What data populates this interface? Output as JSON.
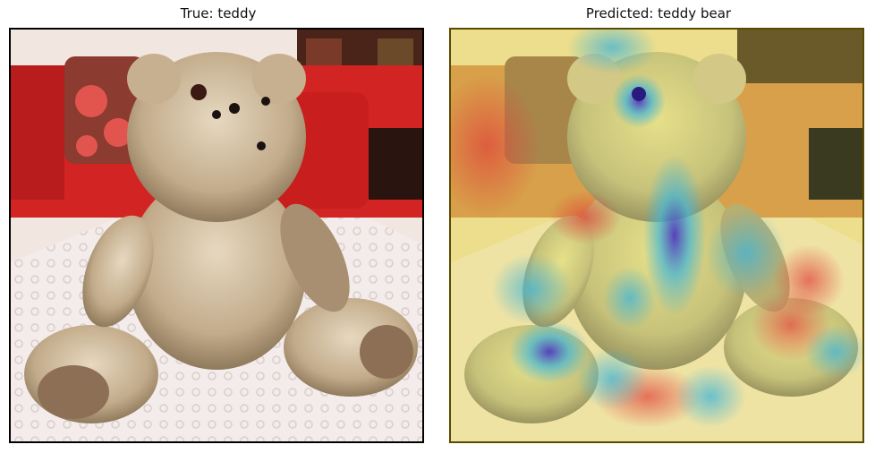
{
  "panels": [
    {
      "title": "True: teddy",
      "image": "teddy-bear-photo"
    },
    {
      "title": "Predicted: teddy bear",
      "image": "teddy-bear-heatmap-overlay"
    }
  ],
  "colors": {
    "sofa": "#d8262a",
    "bear": "#c9b497",
    "heat_high": "#e0413a",
    "heat_mid": "#f2d54a",
    "heat_low": "#3fb5d8",
    "heat_min": "#4a2fbf"
  }
}
